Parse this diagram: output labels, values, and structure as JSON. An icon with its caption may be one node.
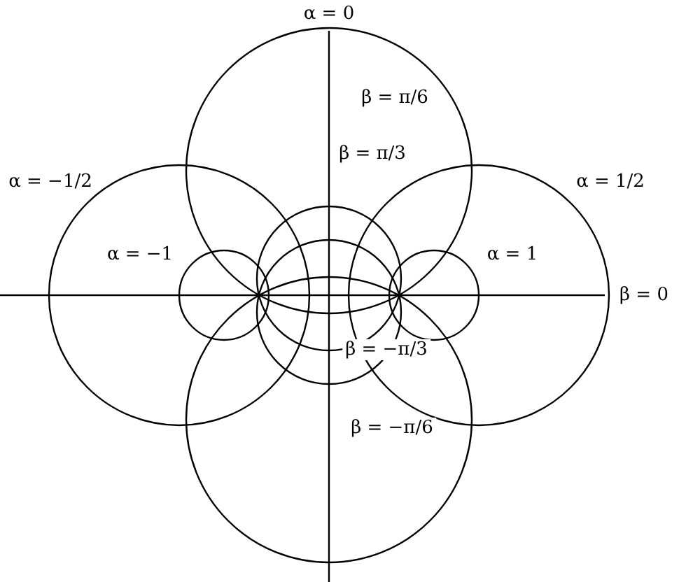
{
  "diagram": {
    "labels": [
      "α = 0",
      "β = π/6",
      "α = −1/2",
      "β = π/3",
      "α = 1/2",
      "α = −1",
      "α = 1",
      "β = 0",
      "β = −π/3",
      "β = −π/6"
    ]
  }
}
